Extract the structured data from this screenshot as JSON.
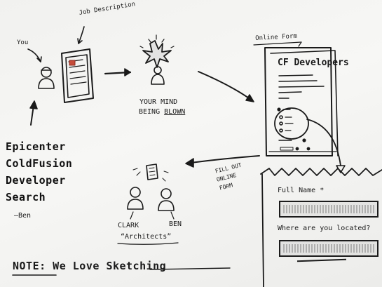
{
  "labels": {
    "you": "You",
    "job_description": "Job Description",
    "mind_blown_line1": "YOUR MIND",
    "mind_blown_line2": "BEING",
    "mind_blown_emph": "BLOWN",
    "online_form": "Online Form",
    "form_title": "CF Developers",
    "fill_out_line1": "FILL OUT",
    "fill_out_line2": "ONLINE",
    "fill_out_line3": "FORM",
    "clark": "CLARK",
    "ben": "BEN",
    "architects": "“Architects”",
    "full_name": "Full Name *",
    "where_located": "Where are you located?",
    "note_prefix": "NOTE",
    "note_text": ": We Love",
    "note_emph": "Sketching"
  },
  "title": {
    "line1": "Epicenter",
    "line2": "ColdFusion",
    "line3": "Developer",
    "line4": "Search",
    "signature": "—Ben"
  }
}
